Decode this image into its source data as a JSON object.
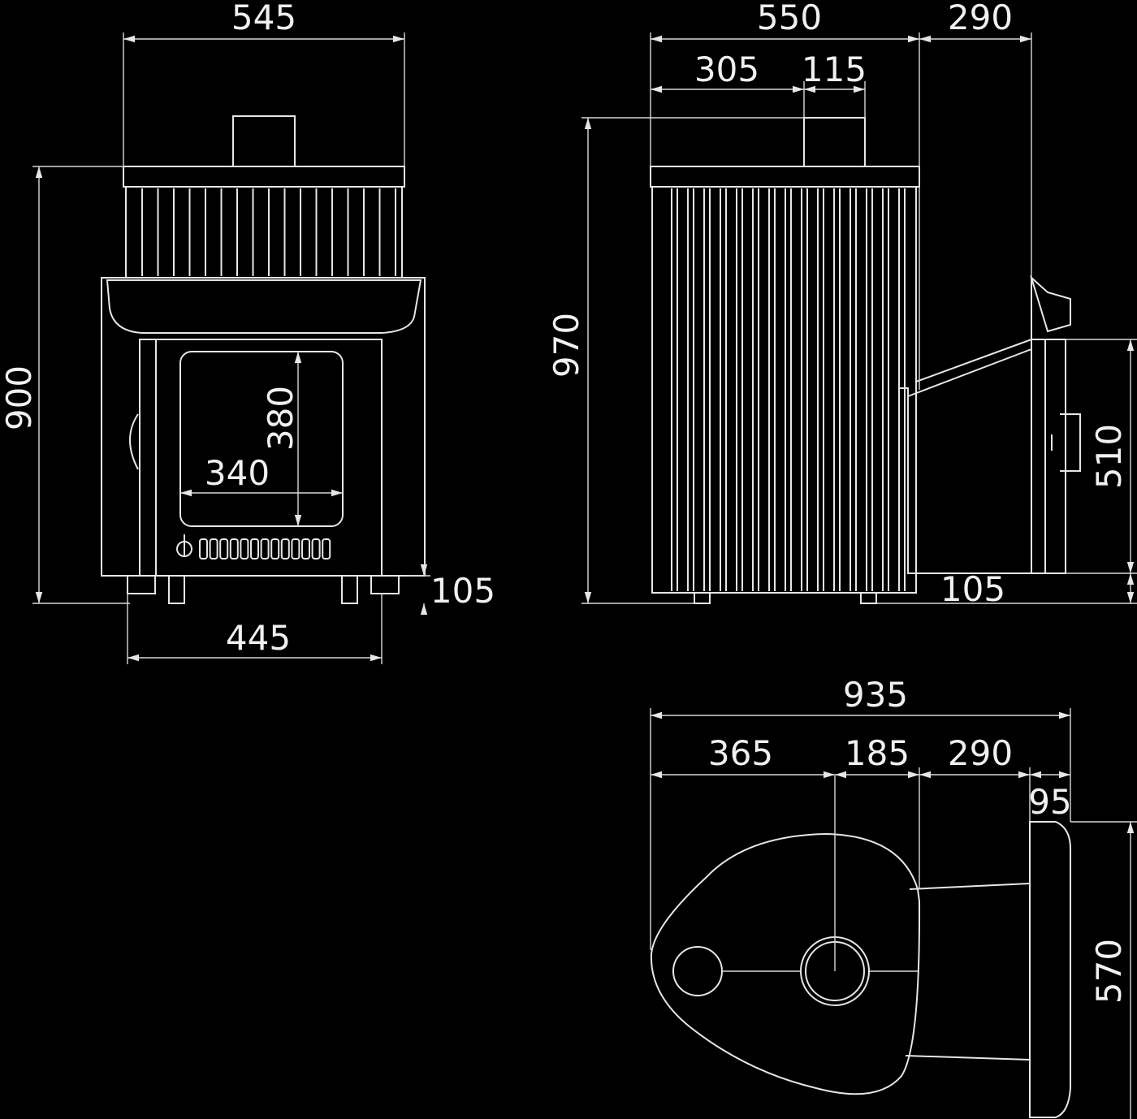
{
  "front_view": {
    "width_top": "545",
    "height_total": "900",
    "door_height": "380",
    "door_width": "340",
    "leg_height": "105",
    "base_width": "445"
  },
  "side_view": {
    "depth_total": "550",
    "tank_offset": "290",
    "chimney_offset": "305",
    "chimney_width": "115",
    "height_total": "970",
    "tunnel_height": "510",
    "leg_height": "105"
  },
  "top_view": {
    "length_total": "935",
    "seg_a": "365",
    "seg_b": "185",
    "seg_c": "290",
    "flange": "95",
    "width": "570"
  }
}
